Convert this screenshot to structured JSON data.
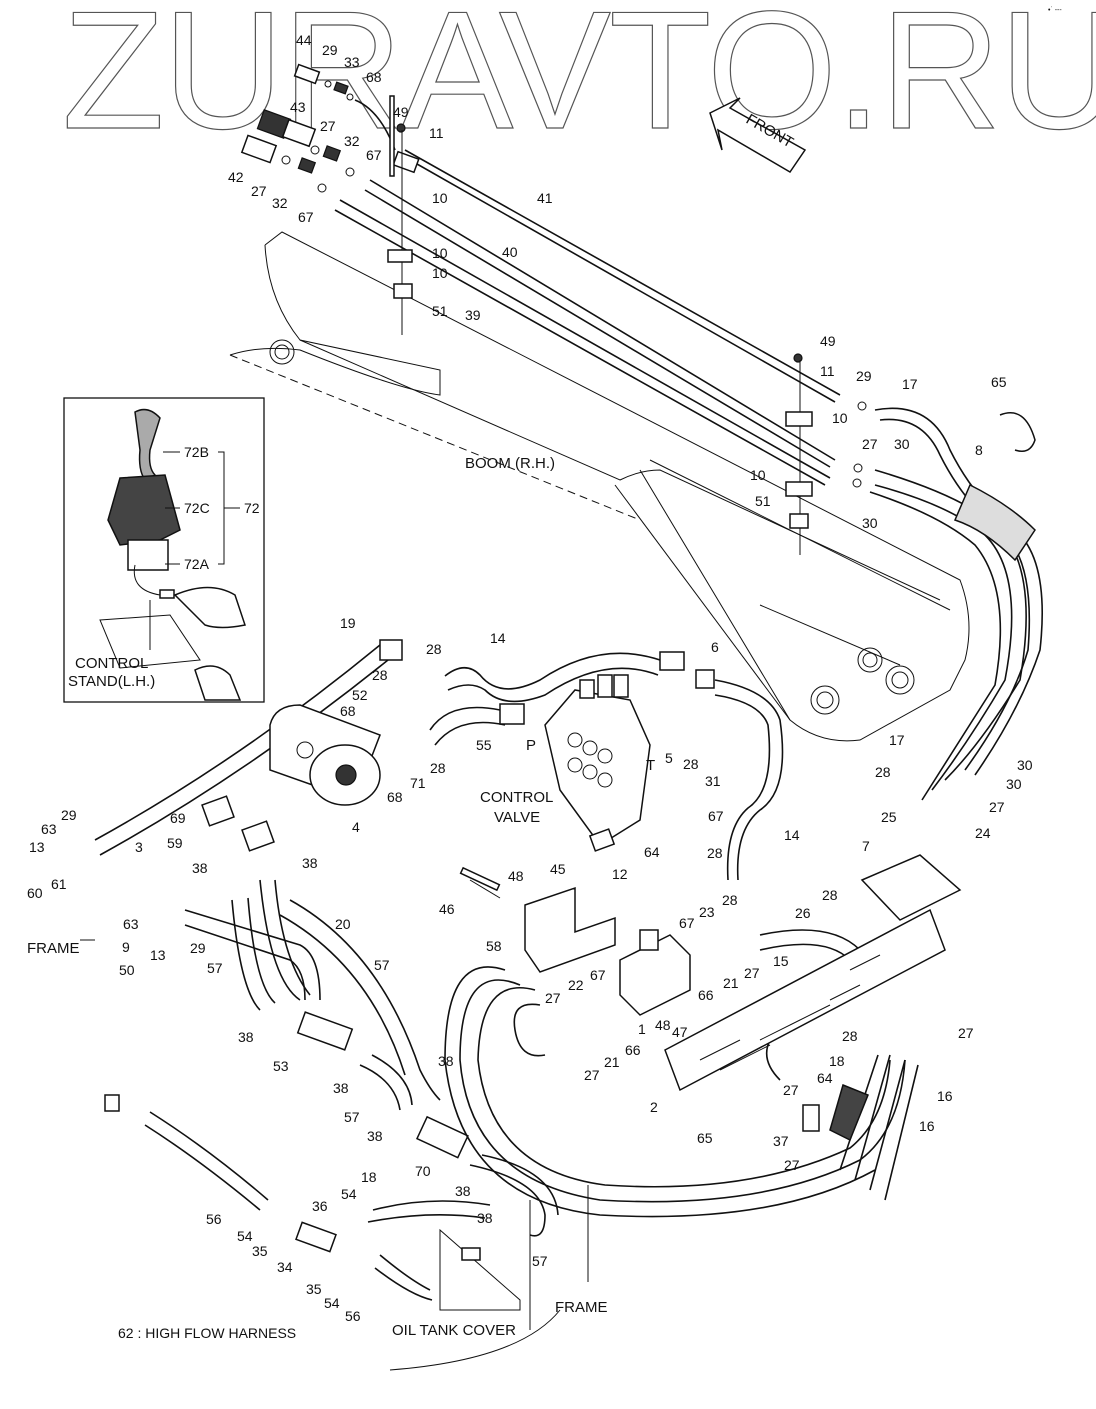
{
  "watermark": "ZURAVTO.RU",
  "corner_mark": "•˙ ---",
  "front_arrow_label": "FRONT",
  "labels": {
    "boom": "BOOM (R.H.)",
    "control_valve_line1": "CONTROL",
    "control_valve_line2": "VALVE",
    "control_stand_line1": "CONTROL",
    "control_stand_line2": "STAND(L.H.)",
    "frame_left": "FRAME",
    "frame_bottom": "FRAME",
    "oil_tank_cover": "OIL TANK COVER",
    "port_p": "P",
    "port_t": "T",
    "footnote": "62 : HIGH FLOW HARNESS"
  },
  "inset": {
    "callouts": [
      "72B",
      "72C",
      "72A",
      "72"
    ]
  },
  "callouts": {
    "top_cluster": [
      "44",
      "29",
      "33",
      "68",
      "43",
      "49",
      "11",
      "27",
      "32",
      "67",
      "42",
      "27",
      "32",
      "67",
      "10",
      "10",
      "10",
      "51",
      "41",
      "40",
      "39"
    ],
    "right_boom": [
      "49",
      "11",
      "29",
      "17",
      "65",
      "10",
      "27",
      "30",
      "8",
      "10",
      "51",
      "30"
    ],
    "center": [
      "19",
      "28",
      "14",
      "6",
      "28",
      "52",
      "68",
      "55",
      "28",
      "68",
      "71",
      "5",
      "28",
      "31",
      "67",
      "4"
    ],
    "left": [
      "69",
      "63",
      "29",
      "13",
      "3",
      "59",
      "38",
      "38",
      "60",
      "61",
      "63",
      "9",
      "13",
      "29",
      "50",
      "20",
      "57",
      "57"
    ],
    "valve_block": [
      "45",
      "48",
      "46",
      "58",
      "64",
      "12",
      "28",
      "14",
      "28",
      "28",
      "23",
      "26",
      "67",
      "15",
      "21",
      "27",
      "22",
      "67",
      "27",
      "66",
      "1",
      "48",
      "47",
      "21",
      "27",
      "66"
    ],
    "right_lower": [
      "17",
      "30",
      "28",
      "30",
      "27",
      "25",
      "24",
      "7",
      "28",
      "27",
      "18",
      "16",
      "64",
      "16",
      "27",
      "37",
      "27",
      "2",
      "65"
    ],
    "bottom_left": [
      "38",
      "53",
      "38",
      "57",
      "38",
      "38",
      "70",
      "38",
      "56",
      "54",
      "35",
      "18",
      "54",
      "36",
      "34",
      "35",
      "54",
      "56",
      "38",
      "57"
    ]
  }
}
